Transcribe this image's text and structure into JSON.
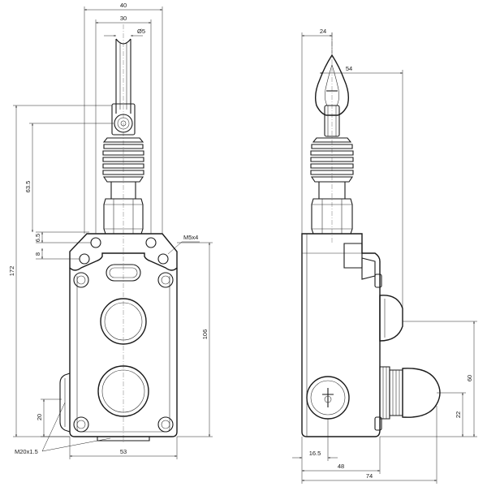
{
  "front_view": {
    "dims": {
      "width_top": "40",
      "width_inner": "30",
      "diameter": "Ø5",
      "height_cable": "63.5",
      "dim_6_5": "6.5",
      "dim_8": "8",
      "total_height": "172",
      "body_height": "106",
      "mount_hole": "M5x4",
      "conduit_height": "20",
      "conduit": "M20x1.5",
      "body_width": "53"
    }
  },
  "side_view": {
    "dims": {
      "width_24": "24",
      "width_54": "54",
      "height_60": "60",
      "height_22": "22",
      "dim_16_5": "16.5",
      "dim_48": "48",
      "dim_74": "74"
    }
  }
}
